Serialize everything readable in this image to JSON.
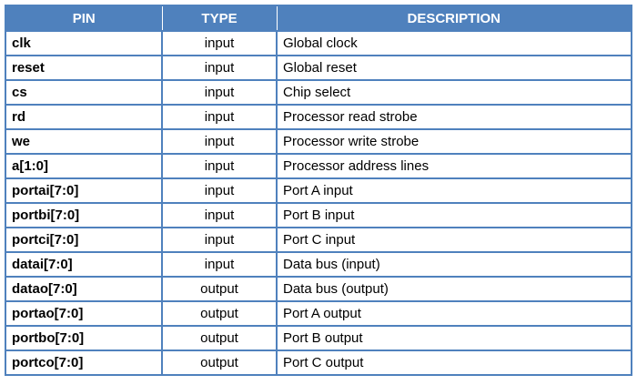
{
  "table": {
    "headers": {
      "pin": "PIN",
      "type": "TYPE",
      "description": "DESCRIPTION"
    },
    "rows": [
      {
        "pin": "clk",
        "type": "input",
        "description": "Global clock"
      },
      {
        "pin": "reset",
        "type": "input",
        "description": "Global reset"
      },
      {
        "pin": "cs",
        "type": "input",
        "description": "Chip select"
      },
      {
        "pin": "rd",
        "type": "input",
        "description": "Processor read strobe"
      },
      {
        "pin": "we",
        "type": "input",
        "description": "Processor write strobe"
      },
      {
        "pin": "a[1:0]",
        "type": "input",
        "description": "Processor address lines"
      },
      {
        "pin": "portai[7:0]",
        "type": "input",
        "description": "Port A input"
      },
      {
        "pin": "portbi[7:0]",
        "type": "input",
        "description": "Port B input"
      },
      {
        "pin": "portci[7:0]",
        "type": "input",
        "description": "Port C input"
      },
      {
        "pin": "datai[7:0]",
        "type": "input",
        "description": "Data bus (input)"
      },
      {
        "pin": "datao[7:0]",
        "type": "output",
        "description": "Data bus (output)"
      },
      {
        "pin": "portao[7:0]",
        "type": "output",
        "description": "Port A output"
      },
      {
        "pin": "portbo[7:0]",
        "type": "output",
        "description": "Port B output"
      },
      {
        "pin": "portco[7:0]",
        "type": "output",
        "description": "Port C output"
      }
    ]
  },
  "colors": {
    "header_bg": "#4f81bd",
    "header_text": "#ffffff",
    "border": "#4f81bd"
  }
}
